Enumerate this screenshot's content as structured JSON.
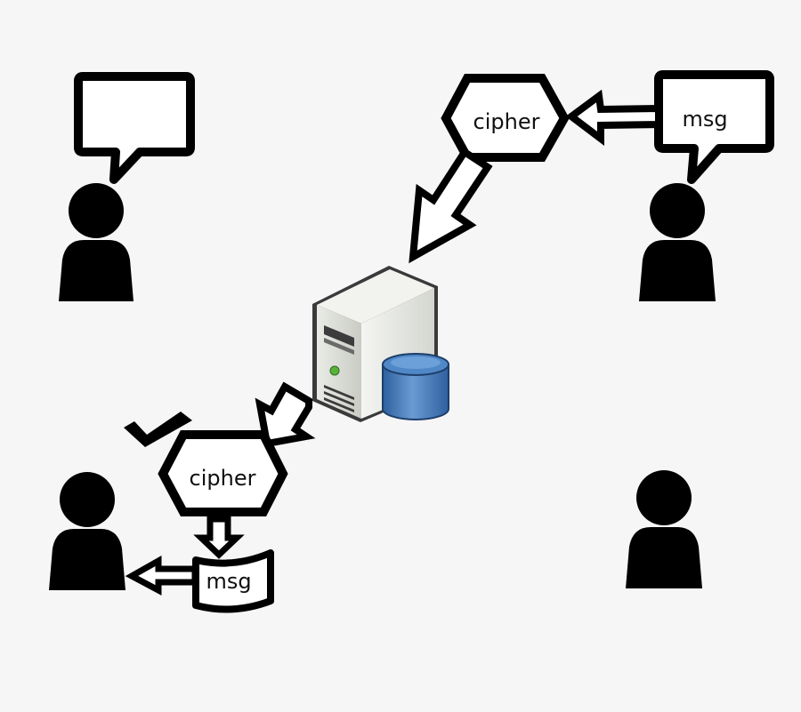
{
  "diagram": {
    "top_cipher": {
      "label": "cipher"
    },
    "top_message": {
      "label": "msg"
    },
    "bottom_cipher": {
      "label": "cipher"
    },
    "bottom_message": {
      "label": "msg"
    }
  },
  "colors": {
    "background": "#f6f6f6",
    "ink": "#000000",
    "database": "#3f77b8"
  },
  "icons": [
    "person-icon",
    "speech-bubble-icon",
    "server-icon",
    "database-icon",
    "checkmark-icon",
    "arrow-icon"
  ]
}
